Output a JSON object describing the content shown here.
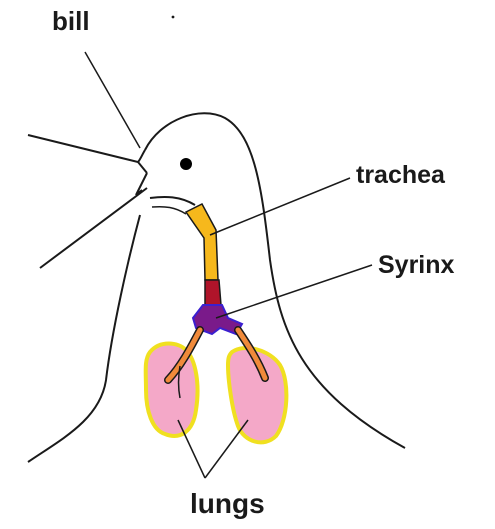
{
  "labels": {
    "bill": "bill",
    "trachea": "trachea",
    "syrinx": "Syrinx",
    "lungs": "lungs"
  },
  "colors": {
    "outline": "#1a1a1a",
    "trachea_upper": "#f6b81c",
    "trachea_lower": "#b0142a",
    "syrinx": "#3a1fd0",
    "bronchi": "#f08a3a",
    "lung_fill": "#f4a8c8",
    "lung_edge": "#f0e020",
    "eye": "#000000"
  }
}
